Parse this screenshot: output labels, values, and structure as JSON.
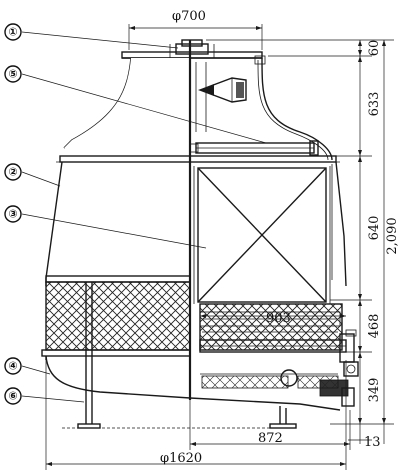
{
  "callouts": [
    "①",
    "②",
    "③",
    "④",
    "⑤",
    "⑥"
  ],
  "dimensions": {
    "top_diameter": "φ700",
    "top_height": "60",
    "upper_section": "633",
    "middle_section": "640",
    "total_height": "2,090",
    "fill_section": "468",
    "basin_section": "349",
    "bottom_offset": "13",
    "inner_width": "903",
    "leg_span": "872",
    "base_diameter": "φ1620"
  }
}
